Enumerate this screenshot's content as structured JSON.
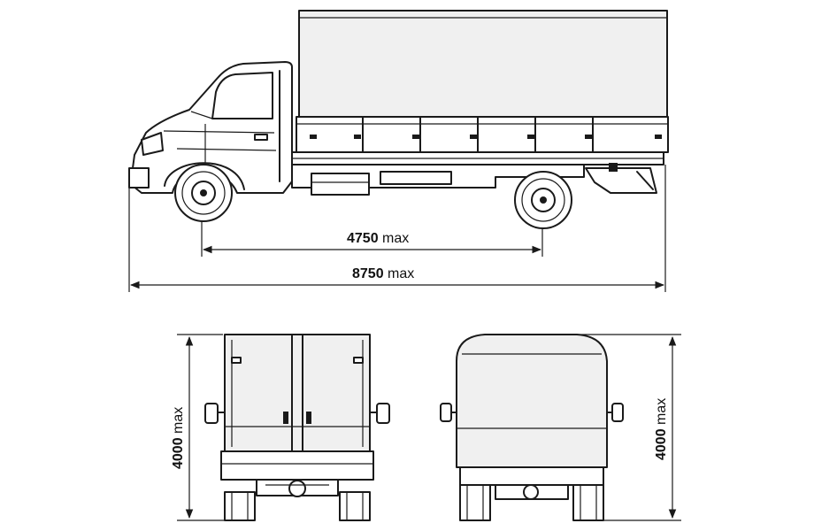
{
  "dimensions": {
    "wheelbase": {
      "value": "4750",
      "unit": "max"
    },
    "overall_length": {
      "value": "8750",
      "unit": "max"
    },
    "height_rear_view": {
      "value": "4000",
      "unit": "max"
    },
    "height_front_view": {
      "value": "4000",
      "unit": "max"
    }
  }
}
